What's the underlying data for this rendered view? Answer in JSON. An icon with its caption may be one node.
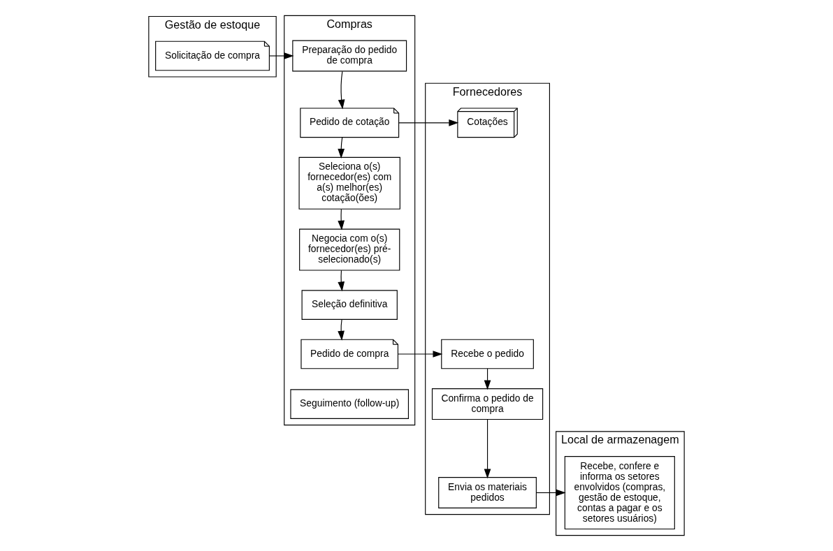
{
  "diagram": {
    "nodes": [
      {
        "text": [
          "Gestão de estoque"
        ]
      },
      {
        "text": [
          "Compras"
        ]
      },
      {
        "text": [
          "Fornecedores"
        ]
      },
      {
        "text": [
          "Local de armazenagem"
        ]
      },
      {
        "text": [
          "Solicitação de compra"
        ],
        "in": 0
      },
      {
        "text": [
          "Preparação do pedido de compra"
        ],
        "in": 1
      },
      {
        "text": [
          "Pedido de cotação"
        ],
        "in": 1
      },
      {
        "text": [
          "Seleciona o(s) fornecedor(es) com a(s) melhor(es) cotação(ões)"
        ],
        "in": 1
      },
      {
        "text": [
          "Negocia com o(s) fornecedor(es) pré-selecionado(s)"
        ],
        "in": 1
      },
      {
        "text": [
          "Seleção definitiva"
        ],
        "in": 1
      },
      {
        "text": [
          "Pedido de compra"
        ],
        "in": 1
      },
      {
        "text": [
          "Seguimento (follow-up)"
        ],
        "in": 1
      },
      {
        "text": [
          "Cotações"
        ],
        "in": 2
      },
      {
        "text": [
          "Recebe o pedido"
        ],
        "in": 2
      },
      {
        "text": [
          "Confirma o pedido de compra"
        ],
        "in": 2
      },
      {
        "text": [
          "Envia os materiais pedidos"
        ],
        "in": 2
      },
      {
        "text": [
          "Recebe, confere e informa os setores envolvidos (compras, gestão de estoque, contas a pagar e os setores usuários)"
        ],
        "in": 3
      }
    ],
    "edges": [
      {
        "from": 4,
        "to": 5,
        "arrow": "to"
      },
      {
        "from": 5,
        "to": 6,
        "arrow": "to"
      },
      {
        "from": 6,
        "to": 12,
        "arrow": "to"
      },
      {
        "from": 6,
        "to": 7,
        "arrow": "to"
      },
      {
        "from": 7,
        "to": 8,
        "arrow": "to"
      },
      {
        "from": 8,
        "to": 9,
        "arrow": "to"
      },
      {
        "from": 9,
        "to": 10,
        "arrow": "to"
      },
      {
        "from": 10,
        "to": 13,
        "arrow": "to"
      },
      {
        "from": 13,
        "to": 14,
        "arrow": "to"
      },
      {
        "from": 14,
        "to": 15,
        "arrow": "to"
      },
      {
        "from": 15,
        "to": 16,
        "arrow": "to"
      }
    ]
  }
}
